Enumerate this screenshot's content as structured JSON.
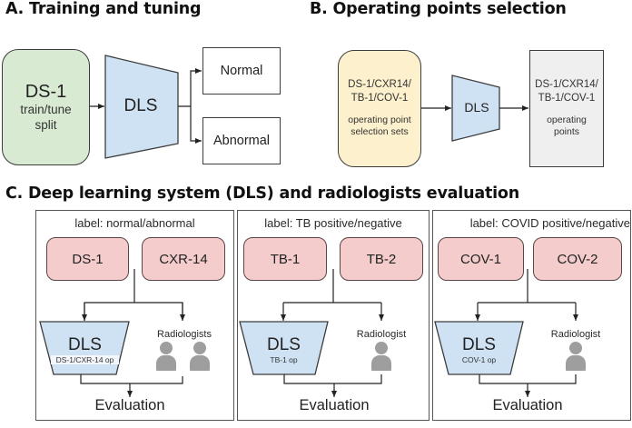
{
  "sections": {
    "a": {
      "title": "A. Training and tuning",
      "input": {
        "name": "DS-1",
        "sub1": "train/tune",
        "sub2": "split"
      },
      "model": "DLS",
      "outputs": [
        "Normal",
        "Abnormal"
      ]
    },
    "b": {
      "title": "B. Operating points selection",
      "input": {
        "line1": "DS-1/CXR14/",
        "line2": "TB-1/COV-1",
        "desc1": "operating point",
        "desc2": "selection sets"
      },
      "model": "DLS",
      "output": {
        "line1": "DS-1/CXR14/",
        "line2": "TB-1/COV-1",
        "desc1": "operating",
        "desc2": "points"
      }
    },
    "c": {
      "title": "C. Deep learning system (DLS) and radiologists evaluation",
      "panels": [
        {
          "label": "label: normal/abnormal",
          "datasets": [
            "DS-1",
            "CXR-14"
          ],
          "model": "DLS",
          "model_op": "DS-1/CXR-14 op",
          "readers_label": "Radiologists",
          "readers_count": 2,
          "result": "Evaluation"
        },
        {
          "label": "label: TB positive/negative",
          "datasets": [
            "TB-1",
            "TB-2"
          ],
          "model": "DLS",
          "model_op": "TB-1 op",
          "readers_label": "Radiologist",
          "readers_count": 1,
          "result": "Evaluation"
        },
        {
          "label": "label: COVID positive/negative",
          "datasets": [
            "COV-1",
            "COV-2"
          ],
          "model": "DLS",
          "model_op": "COV-1 op",
          "readers_label": "Radiologist",
          "readers_count": 1,
          "result": "Evaluation"
        }
      ]
    }
  },
  "colors": {
    "dataset_green": "#d9ead3",
    "selection_yellow": "#fdf0cc",
    "model_blue": "#cfe2f3",
    "output_gray": "#efefef",
    "eval_dataset_pink": "#f4cccc",
    "person_gray": "#9e9e9e"
  }
}
